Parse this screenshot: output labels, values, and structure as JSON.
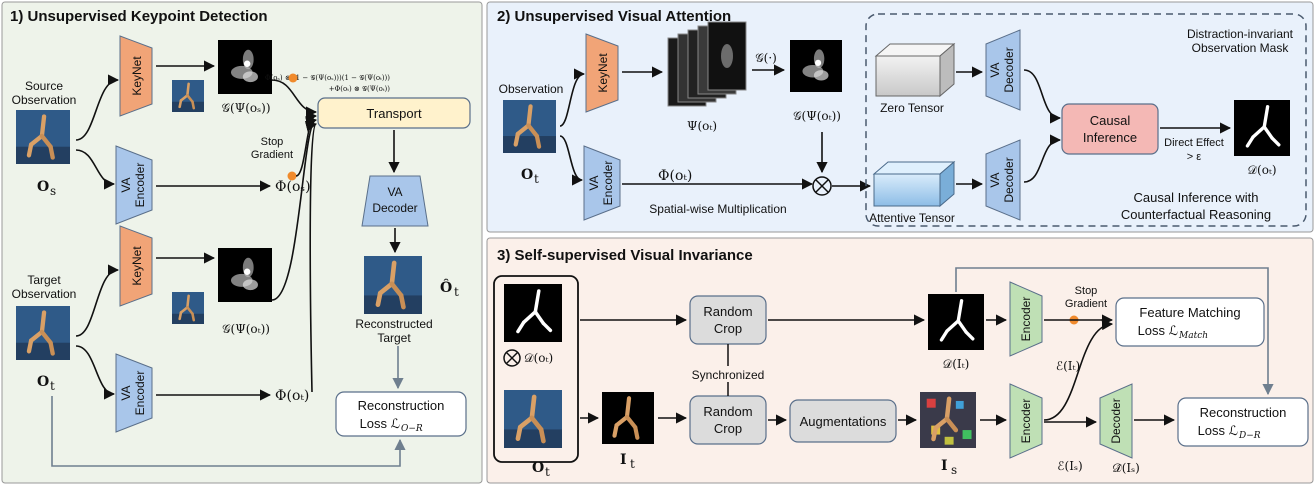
{
  "panel1": {
    "title": "1) Unsupervised Keypoint Detection",
    "source_obs_line1": "Source",
    "source_obs_line2": "Observation",
    "source_sym": "O",
    "source_sub": "s",
    "target_obs_line1": "Target",
    "target_obs_line2": "Observation",
    "target_sym": "O",
    "target_sub": "t",
    "keynet_label": "KeyNet",
    "encoder_line1": "VA",
    "encoder_line2": "Encoder",
    "g_psi_os": "𝒢(Ψ(oₛ))",
    "g_psi_ot": "𝒢(Ψ(oₜ))",
    "phi_os": "Φ(oₛ)",
    "phi_ot": "Φ(oₜ)",
    "stop_gradient_line1": "Stop",
    "stop_gradient_line2": "Gradient",
    "formula_line1": "Φ(oₛ) ⊗ (1 − 𝒢(Ψ(oₛ)))(1 − 𝒢(Ψ(oₜ)))",
    "formula_line2": "+Φ(oₜ) ⊗ 𝒢(Ψ(oₜ))",
    "transport_label": "Transport",
    "decoder_line1": "VA",
    "decoder_line2": "Decoder",
    "reconstructed_sym": "Ô",
    "reconstructed_sub": "t",
    "reconstructed_line1": "Reconstructed",
    "reconstructed_line2": "Target",
    "recon_loss_line1": "Reconstruction",
    "recon_loss_line2": "Loss ℒ",
    "recon_loss_sub": "O−R"
  },
  "panel2": {
    "title": "2) Unsupervised Visual Attention",
    "observation_label": "Observation",
    "obs_sym": "O",
    "obs_sub": "t",
    "keynet_label": "KeyNet",
    "encoder_line1": "VA",
    "encoder_line2": "Encoder",
    "psi_ot": "Ψ(oₜ)",
    "g_dot": "𝒢(·)",
    "g_psi_ot": "𝒢(Ψ(oₜ))",
    "phi_ot": "Φ(oₜ)",
    "spatial_mult_label": "Spatial-wise Multiplication",
    "zero_tensor_label": "Zero Tensor",
    "attentive_tensor_label": "Attentive Tensor",
    "decoder_line1": "VA",
    "decoder_line2": "Decoder",
    "causal_line1": "Causal",
    "causal_line2": "Inference",
    "direct_effect_line1": "Direct Effect",
    "direct_effect_line2": "> ε",
    "mask_line1": "Distraction-invariant",
    "mask_line2": "Observation Mask",
    "d_ot": "𝒟(oₜ)",
    "ci_line1": "Causal Inference with",
    "ci_line2": "Counterfactual Reasoning"
  },
  "panel3": {
    "title": "3) Self-supervised Visual Invariance",
    "d_ot": "𝒟(oₜ)",
    "obs_sym": "O",
    "obs_sub": "t",
    "it_sym": "I",
    "it_sub": "t",
    "random_crop_line1": "Random",
    "random_crop_line2": "Crop",
    "synchronized_label": "Synchronized",
    "augmentations_label": "Augmentations",
    "d_it": "𝒟(Iₜ)",
    "is_sym": "I",
    "is_sub": "s",
    "encoder_label": "Encoder",
    "decoder_label": "Decoder",
    "e_it": "ℰ(Iₜ)",
    "e_is": "ℰ(Iₛ)",
    "d_hat_is": "𝒟̂(Iₛ)",
    "stop_gradient_line1": "Stop",
    "stop_gradient_line2": "Gradient",
    "feature_line1": "Feature Matching",
    "feature_line2": "Loss ℒ",
    "feature_sub": "Match",
    "recon_line1": "Reconstruction",
    "recon_line2": "Loss ℒ",
    "recon_sub": "D−R"
  },
  "colors": {
    "panel1_bg": "#eef3ea",
    "panel2_bg": "#e9f1fb",
    "panel3_bg": "#fbf0ea",
    "keynet_orange": "#f1a477",
    "va_blue": "#a9c6ea",
    "encoder_green": "#bfe0b5",
    "transport_yellow": "#fff2cc",
    "causal_red": "#f4b8b5",
    "crop_gray": "#dcdcdc",
    "stop_orange": "#f08a2c"
  }
}
